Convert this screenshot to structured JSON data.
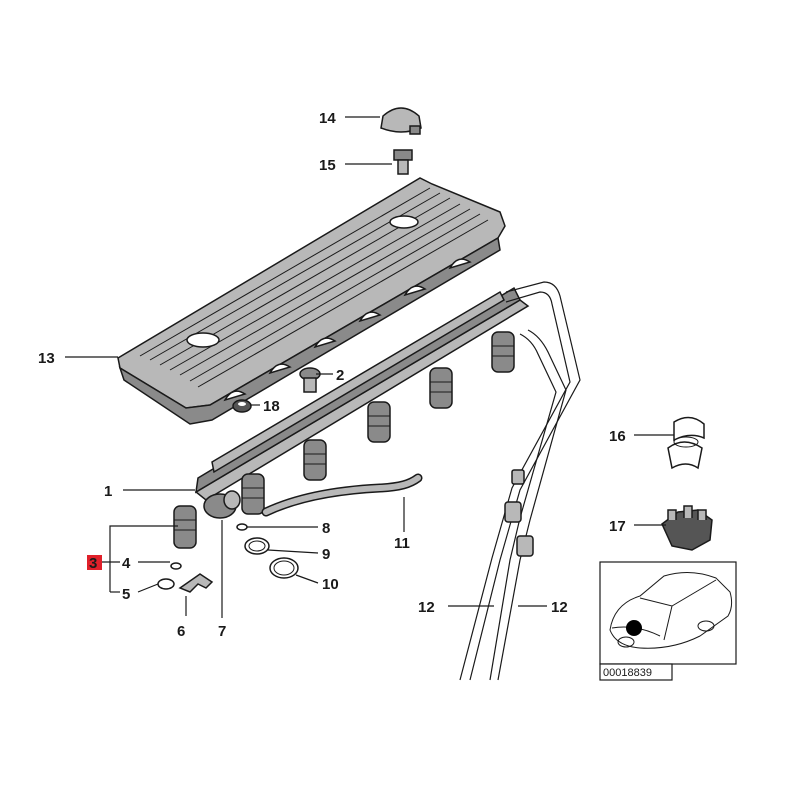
{
  "callouts": {
    "c1": "1",
    "c2": "2",
    "c3": "3",
    "c4": "4",
    "c5": "5",
    "c6": "6",
    "c7": "7",
    "c8": "8",
    "c9": "9",
    "c10": "10",
    "c11": "11",
    "c12a": "12",
    "c12b": "12",
    "c13": "13",
    "c14": "14",
    "c15": "15",
    "c16": "16",
    "c17": "17",
    "c18": "18"
  },
  "highlight_color": "#e0202a",
  "inset": {
    "reference_number": "00018839"
  }
}
